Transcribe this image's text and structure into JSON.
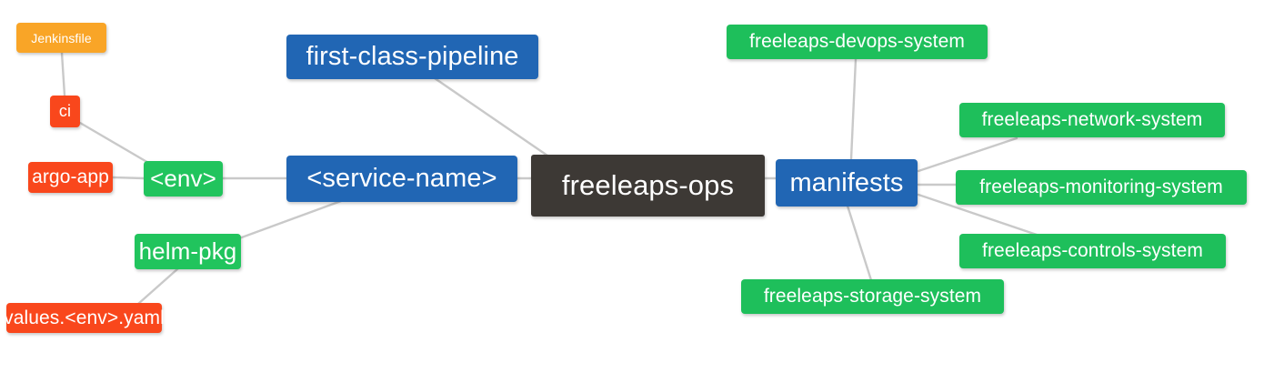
{
  "diagram": {
    "type": "mindmap",
    "title": "freeleaps-ops",
    "background": "#ffffff",
    "edge_color": "#c9c9c9",
    "palette": {
      "root": "#3d3935",
      "blue": "#2166b4",
      "green": "#21c45d",
      "orange": "#f9a527",
      "red": "#f9471c",
      "text": "#ffffff"
    }
  },
  "nodes": {
    "root": {
      "label": "freeleaps-ops"
    },
    "service_name": {
      "label": "<service-name>"
    },
    "first_class_pipeline": {
      "label": "first-class-pipeline"
    },
    "env": {
      "label": "<env>"
    },
    "ci": {
      "label": "ci"
    },
    "jenkinsfile": {
      "label": "Jenkinsfile"
    },
    "argo_app": {
      "label": "argo-app"
    },
    "helm_pkg": {
      "label": "helm-pkg"
    },
    "values_yaml": {
      "label": "values.<env>.yaml"
    },
    "manifests": {
      "label": "manifests"
    },
    "devops_system": {
      "label": "freeleaps-devops-system"
    },
    "network_system": {
      "label": "freeleaps-network-system"
    },
    "monitoring_system": {
      "label": "freeleaps-monitoring-system"
    },
    "controls_system": {
      "label": "freeleaps-controls-system"
    },
    "storage_system": {
      "label": "freeleaps-storage-system"
    }
  },
  "edges": [
    {
      "from": "root",
      "to": "service_name"
    },
    {
      "from": "root",
      "to": "manifests"
    },
    {
      "from": "service_name",
      "to": "first_class_pipeline"
    },
    {
      "from": "service_name",
      "to": "env"
    },
    {
      "from": "service_name",
      "to": "helm_pkg"
    },
    {
      "from": "env",
      "to": "ci"
    },
    {
      "from": "env",
      "to": "argo_app"
    },
    {
      "from": "ci",
      "to": "jenkinsfile"
    },
    {
      "from": "helm_pkg",
      "to": "values_yaml"
    },
    {
      "from": "manifests",
      "to": "devops_system"
    },
    {
      "from": "manifests",
      "to": "network_system"
    },
    {
      "from": "manifests",
      "to": "monitoring_system"
    },
    {
      "from": "manifests",
      "to": "controls_system"
    },
    {
      "from": "manifests",
      "to": "storage_system"
    }
  ]
}
